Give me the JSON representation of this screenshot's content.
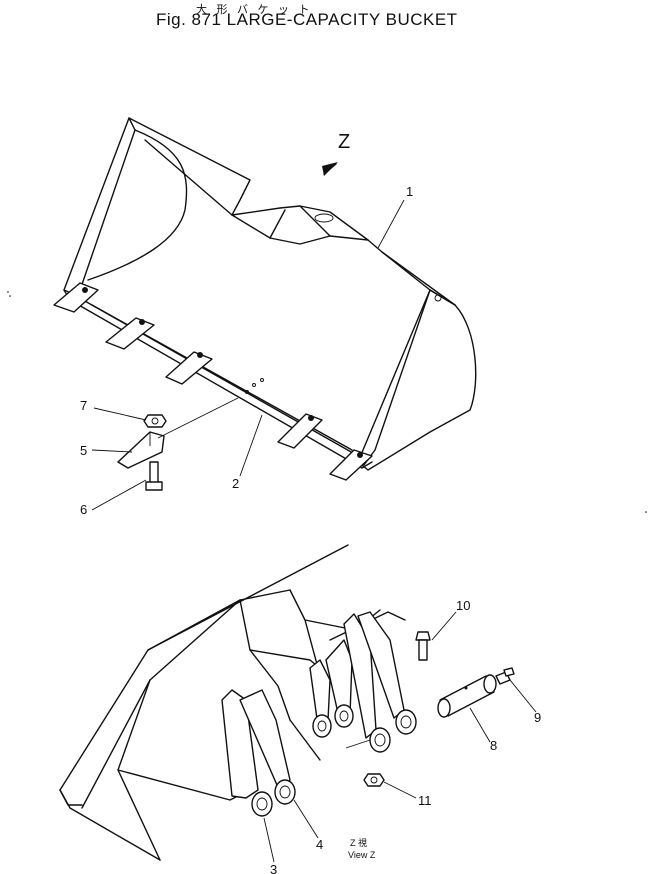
{
  "header": {
    "kana": "大 形 バ ケ ッ ト",
    "title": "Fig. 871  LARGE-CAPACITY  BUCKET"
  },
  "view": {
    "arrow_label": "Z",
    "caption_kana": "Z 視",
    "caption": "View Z"
  },
  "callouts": [
    "1",
    "2",
    "3",
    "4",
    "5",
    "6",
    "7",
    "8",
    "9",
    "10",
    "11"
  ]
}
